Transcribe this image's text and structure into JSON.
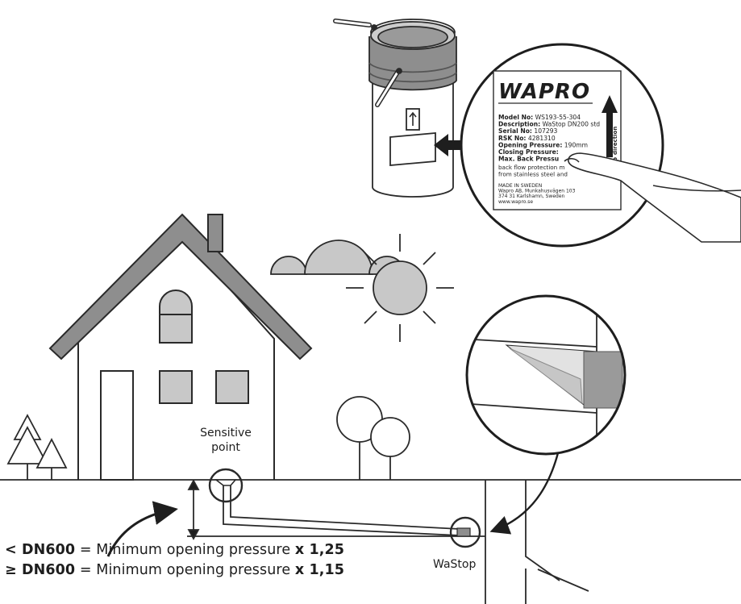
{
  "label": {
    "brand": "WAPRO",
    "lines": [
      {
        "key": "Model No:",
        "value": " WS193-55-304"
      },
      {
        "key": "Description:",
        "value": " WaStop DN200 std"
      },
      {
        "key": "Serial No:",
        "value": " 107293"
      },
      {
        "key": "RSK No:",
        "value": " 4281310"
      },
      {
        "key": "Opening Pressure:",
        "value": " 190mm"
      },
      {
        "key": "Closing Pressure:",
        "value": ""
      },
      {
        "key": "Max. Back Pressu",
        "value": ""
      }
    ],
    "desc_lines": [
      "back flow protection m",
      "from stainless steel and"
    ],
    "made_in": "MADE IN SWEDEN",
    "address_lines": [
      "Wapro AB, Munkahusvägen 103",
      "374 31 Karlshamn, Sweden",
      "www.wapro.se"
    ],
    "direction_text": "direction",
    "up_text": "up"
  },
  "labels": {
    "sensitive_point_line1": "Sensitive",
    "sensitive_point_line2": "point",
    "wastop": "WaStop"
  },
  "formulas": [
    {
      "op": "< DN600",
      "mid": " = Minimum opening pressure ",
      "factor": "x 1,25"
    },
    {
      "op": "≥ DN600",
      "mid": " = Minimum opening pressure ",
      "factor": "x 1,15"
    }
  ]
}
